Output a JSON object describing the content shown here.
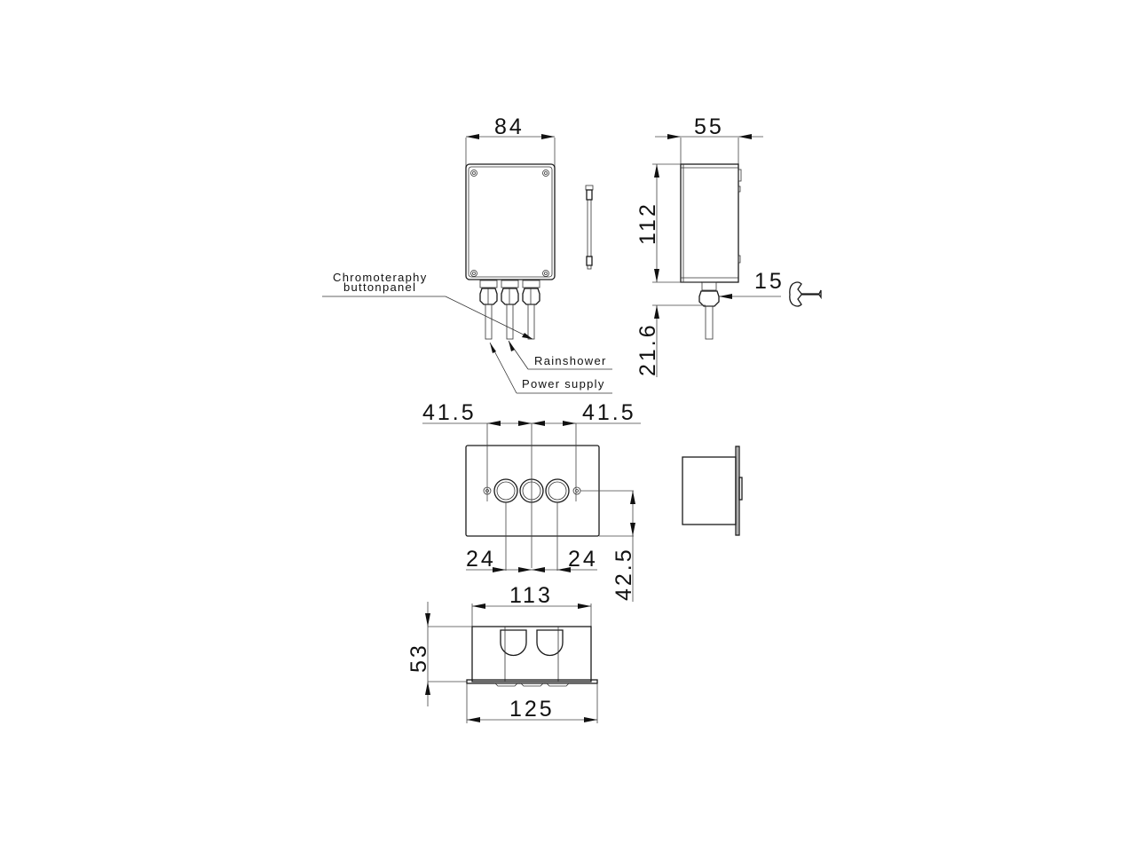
{
  "drawing": {
    "views": {
      "front_box": {
        "width_dim": "84",
        "labels": {
          "chromoteraphy_line1": "Chromoteraphy",
          "chromoteraphy_line2": "buttonpanel",
          "rainshower": "Rainshower",
          "power_supply": "Power supply"
        }
      },
      "side_box": {
        "depth_dim": "55",
        "height_dim": "112",
        "gland_dim": "21.6",
        "wrench_dim": "15"
      },
      "button_panel_front": {
        "left_offset_dim": "41.5",
        "right_offset_dim": "41.5",
        "left_button_spacing_dim": "24",
        "right_button_spacing_dim": "24",
        "vertical_dim": "42.5"
      },
      "button_panel_bottom": {
        "inner_width_dim": "113",
        "outer_width_dim": "125",
        "depth_dim": "53"
      }
    },
    "icons": [
      "wrench-icon"
    ]
  }
}
